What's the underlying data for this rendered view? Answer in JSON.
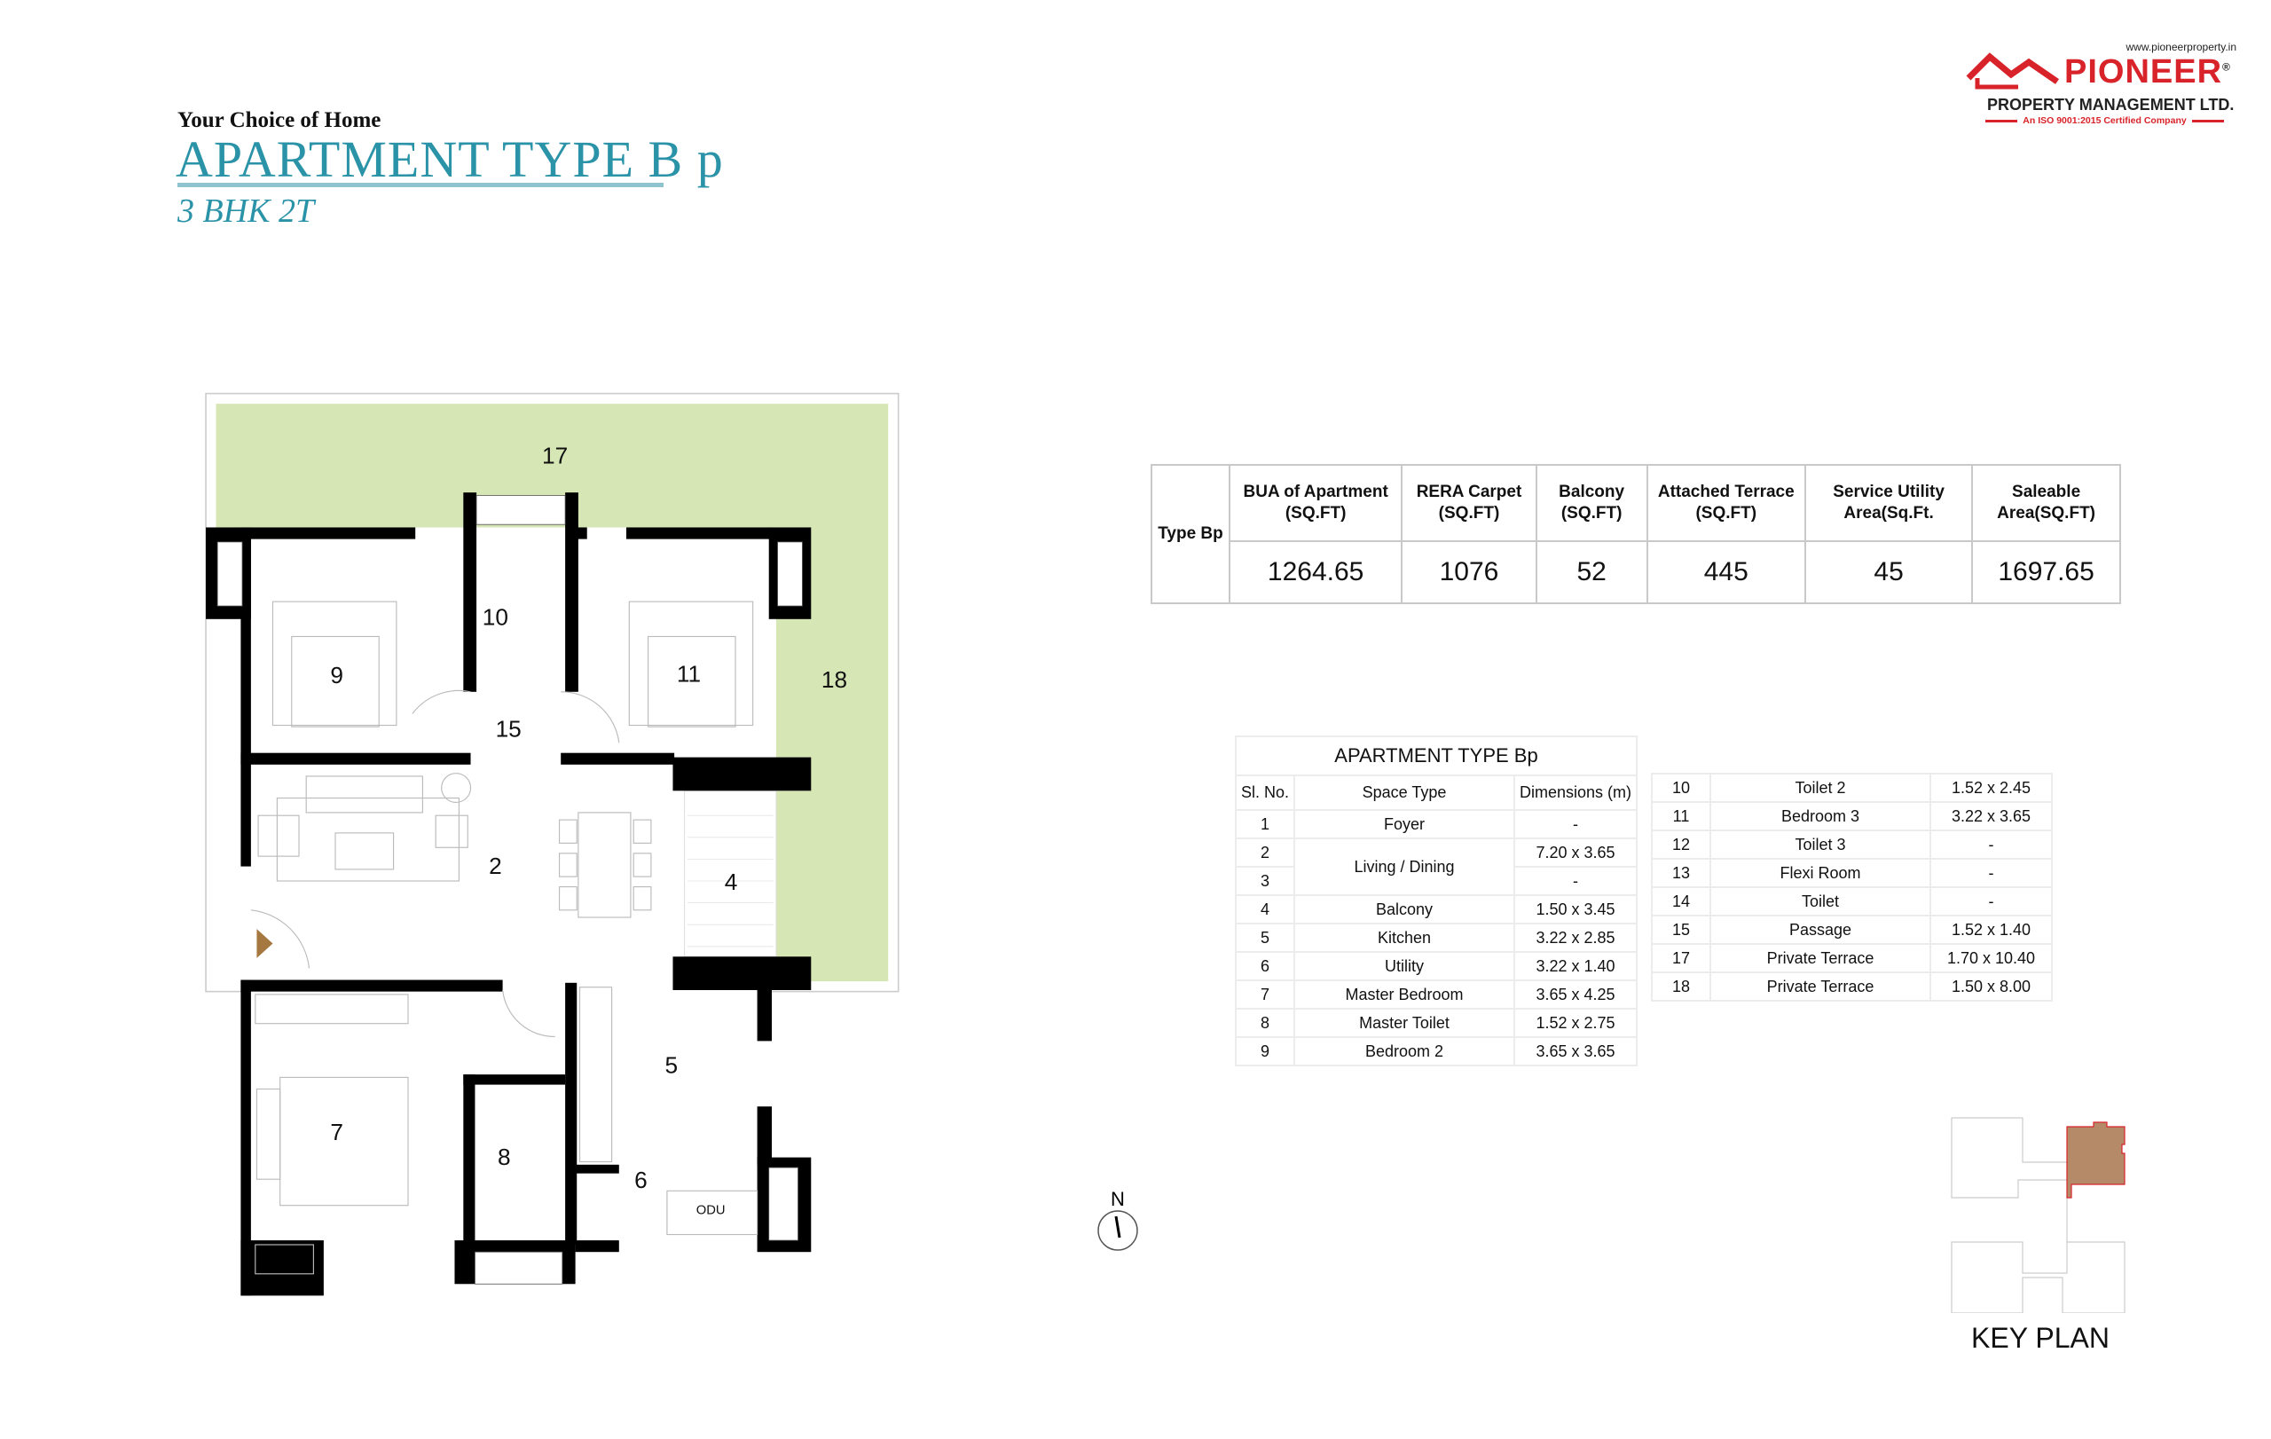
{
  "header": {
    "tagline": "Your Choice of Home",
    "title": "APARTMENT TYPE B p",
    "subtitle": "3 BHK 2T",
    "accent_color": "#2a93a8"
  },
  "logo": {
    "url": "www.pioneerproperty.in",
    "brand": "PIONEER",
    "registered": "®",
    "company": "PROPERTY MANAGEMENT LTD.",
    "certification": "An ISO 9001:2015 Certified Company",
    "brand_color": "#d8232a"
  },
  "summary_table": {
    "type_label": "Type Bp",
    "headers": [
      "BUA of Apartment (SQ.FT)",
      "RERA Carpet (SQ.FT)",
      "Balcony (SQ.FT)",
      "Attached Terrace (SQ.FT)",
      "Service Utility Area(Sq.Ft.",
      "Saleable Area(SQ.FT)"
    ],
    "values": [
      "1264.65",
      "1076",
      "52",
      "445",
      "45",
      "1697.65"
    ]
  },
  "space_table": {
    "caption": "APARTMENT TYPE Bp",
    "headers": [
      "Sl. No.",
      "Space Type",
      "Dimensions (m)"
    ],
    "rows": [
      {
        "no": "1",
        "type": "Foyer",
        "dim": "-"
      },
      {
        "no": "2",
        "type": "Living / Dining",
        "dim": "7.20 x 3.65"
      },
      {
        "no": "3",
        "type": "",
        "dim": "-"
      },
      {
        "no": "4",
        "type": "Balcony",
        "dim": "1.50 x 3.45"
      },
      {
        "no": "5",
        "type": "Kitchen",
        "dim": "3.22 x 2.85"
      },
      {
        "no": "6",
        "type": "Utility",
        "dim": "3.22 x 1.40"
      },
      {
        "no": "7",
        "type": "Master Bedroom",
        "dim": "3.65 x 4.25"
      },
      {
        "no": "8",
        "type": "Master Toilet",
        "dim": "1.52 x 2.75"
      },
      {
        "no": "9",
        "type": "Bedroom 2",
        "dim": "3.65 x 3.65"
      }
    ],
    "rows2": [
      {
        "no": "10",
        "type": "Toilet 2",
        "dim": "1.52 x 2.45"
      },
      {
        "no": "11",
        "type": "Bedroom 3",
        "dim": "3.22 x 3.65"
      },
      {
        "no": "12",
        "type": "Toilet 3",
        "dim": "-"
      },
      {
        "no": "13",
        "type": "Flexi Room",
        "dim": "-"
      },
      {
        "no": "14",
        "type": "Toilet",
        "dim": "-"
      },
      {
        "no": "15",
        "type": "Passage",
        "dim": "1.52 x 1.40"
      },
      {
        "no": "17",
        "type": "Private Terrace",
        "dim": "1.70 x 10.40"
      },
      {
        "no": "18",
        "type": "Private Terrace",
        "dim": "1.50 x 8.00"
      }
    ]
  },
  "floor_plan": {
    "labels": {
      "r17": "17",
      "r18": "18",
      "r9": "9",
      "r10": "10",
      "r11": "11",
      "r15": "15",
      "r2": "2",
      "r4": "4",
      "r5": "5",
      "r7": "7",
      "r8": "8",
      "r6": "6",
      "odu": "ODU"
    },
    "terrace_color": "#d6e6b4",
    "wall_color": "#000000"
  },
  "compass": {
    "north": "N"
  },
  "key_plan": {
    "label": "KEY PLAN",
    "highlight_color": "#b48a68"
  }
}
